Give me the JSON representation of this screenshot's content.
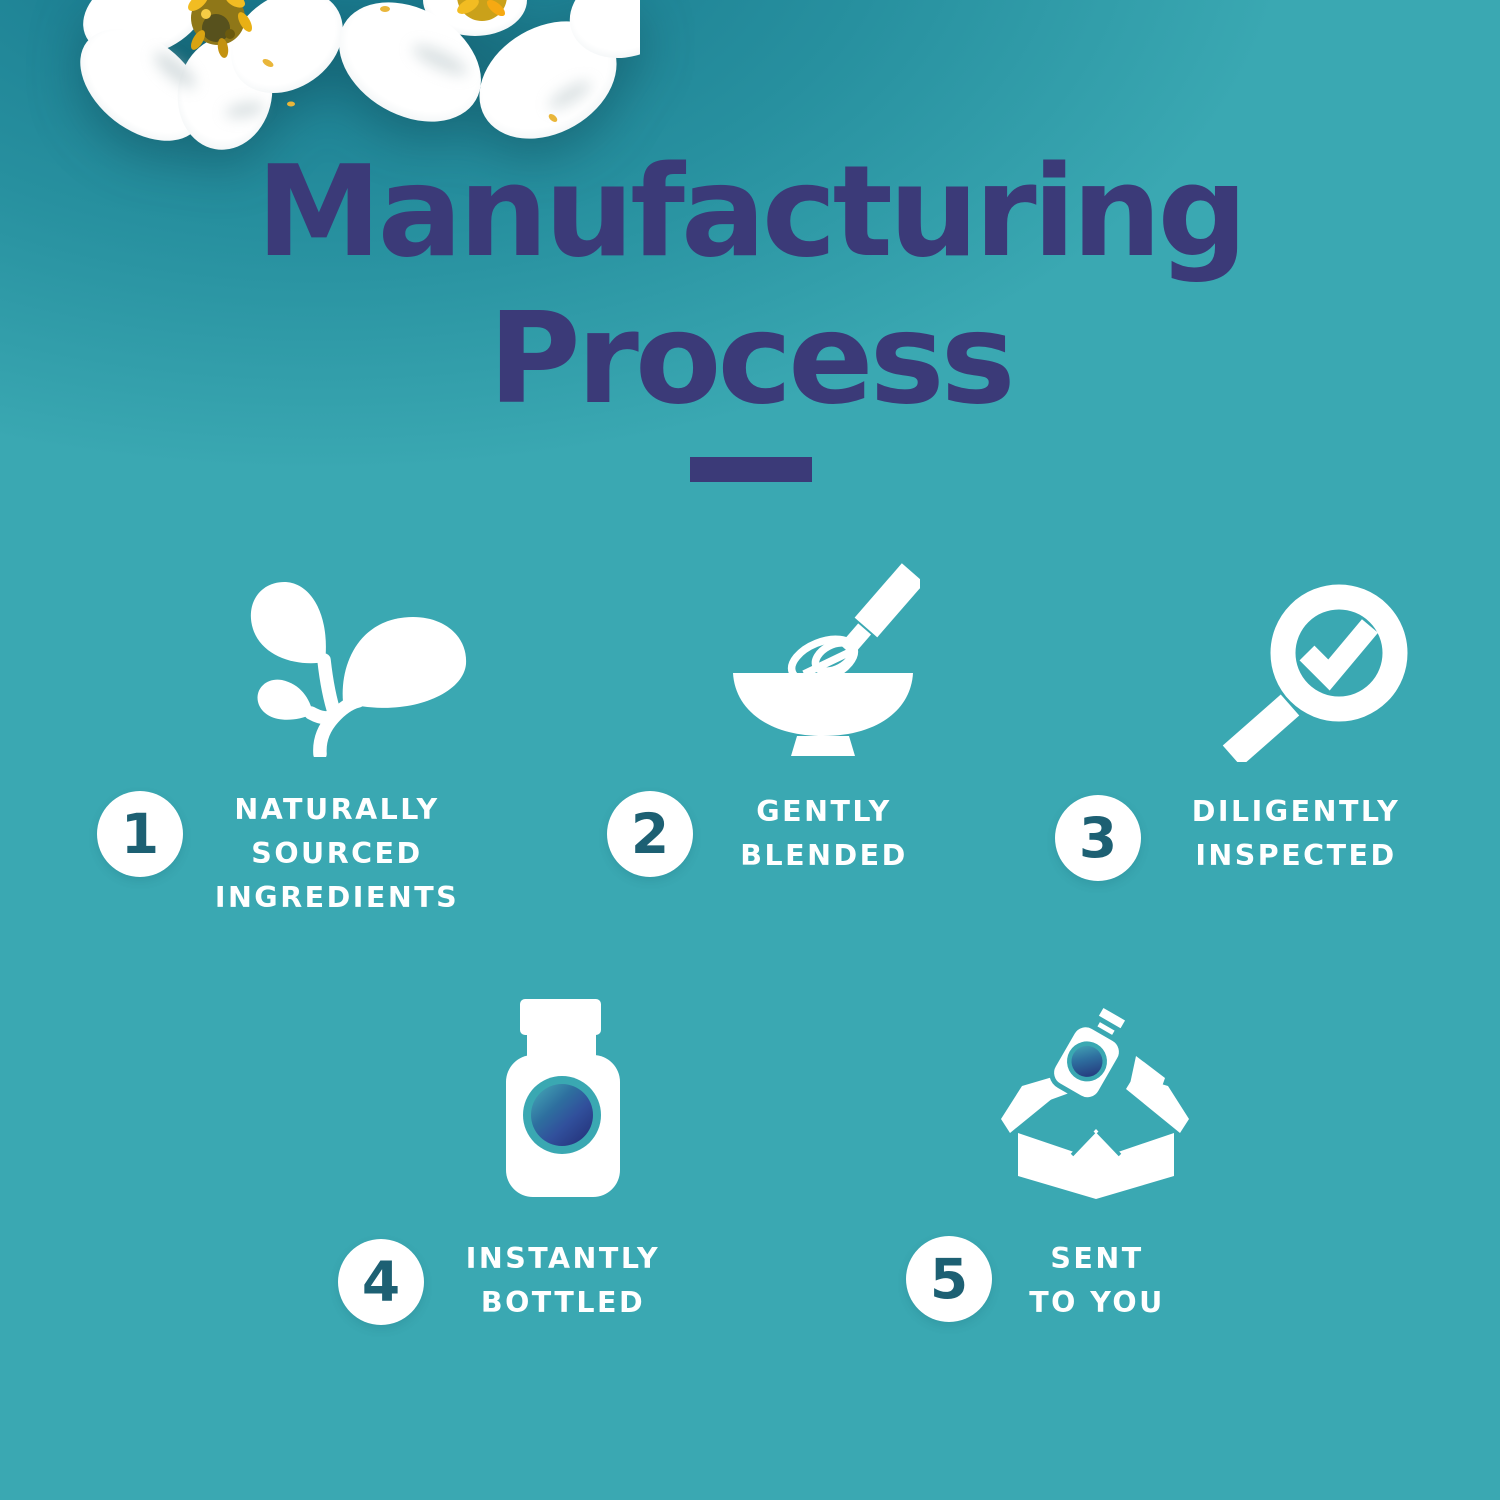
{
  "colors": {
    "background": "#3aa8b2",
    "background_top_shade": "#15748a",
    "title_navy": "#3b3a78",
    "step_number_teal": "#1d6073",
    "icon_white": "#ffffff",
    "flower_center_yellow": "#f2bc22",
    "bottle_label_gradient_start": "#47aeb9",
    "bottle_label_gradient_end": "#232e76"
  },
  "title": {
    "line1": "Manufacturing",
    "line2": "Process"
  },
  "steps": [
    {
      "number": "1",
      "icon": "plant-icon",
      "label_lines": [
        "NATURALLY",
        "SOURCED",
        "INGREDIENTS"
      ]
    },
    {
      "number": "2",
      "icon": "bowl-whisk-icon",
      "label_lines": [
        "GENTLY",
        "BLENDED"
      ]
    },
    {
      "number": "3",
      "icon": "magnifier-check-icon",
      "label_lines": [
        "DILIGENTLY",
        "INSPECTED"
      ]
    },
    {
      "number": "4",
      "icon": "bottle-icon",
      "label_lines": [
        "INSTANTLY",
        "BOTTLED"
      ]
    },
    {
      "number": "5",
      "icon": "shipping-box-icon",
      "label_lines": [
        "SENT",
        "TO YOU"
      ]
    }
  ],
  "decoration": {
    "flowers": "white-bacopa-flowers"
  }
}
